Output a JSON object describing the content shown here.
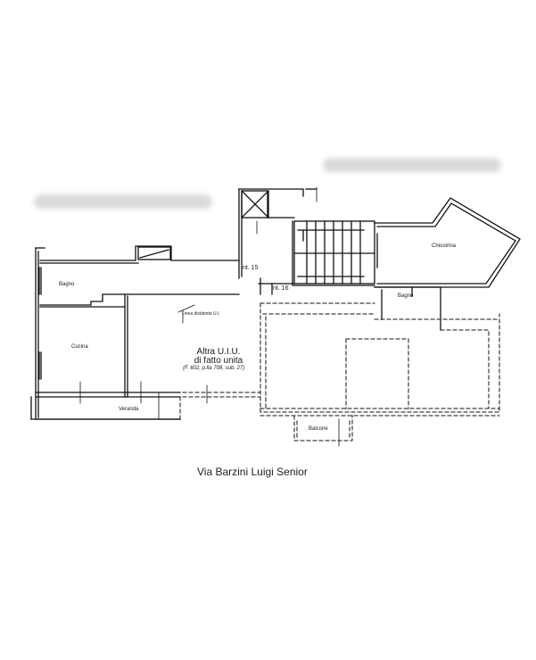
{
  "rooms": {
    "bagno_left": "Bagno",
    "cucina": "Cucina",
    "veranda": "Veranda",
    "chiostrina": "Chiostrina",
    "bagno_right": "Bagno",
    "balcone": "Balcone",
    "int15": "Int. 15",
    "int16": "Int. 16",
    "linea": "Linea dividente U.I."
  },
  "other_unit": {
    "line1": "Altra U.I.U.",
    "line2": "di fatto unita",
    "ref": "(F. 602, p.lla 708, sub. 27)"
  },
  "street": "Via Barzini Luigi Senior"
}
